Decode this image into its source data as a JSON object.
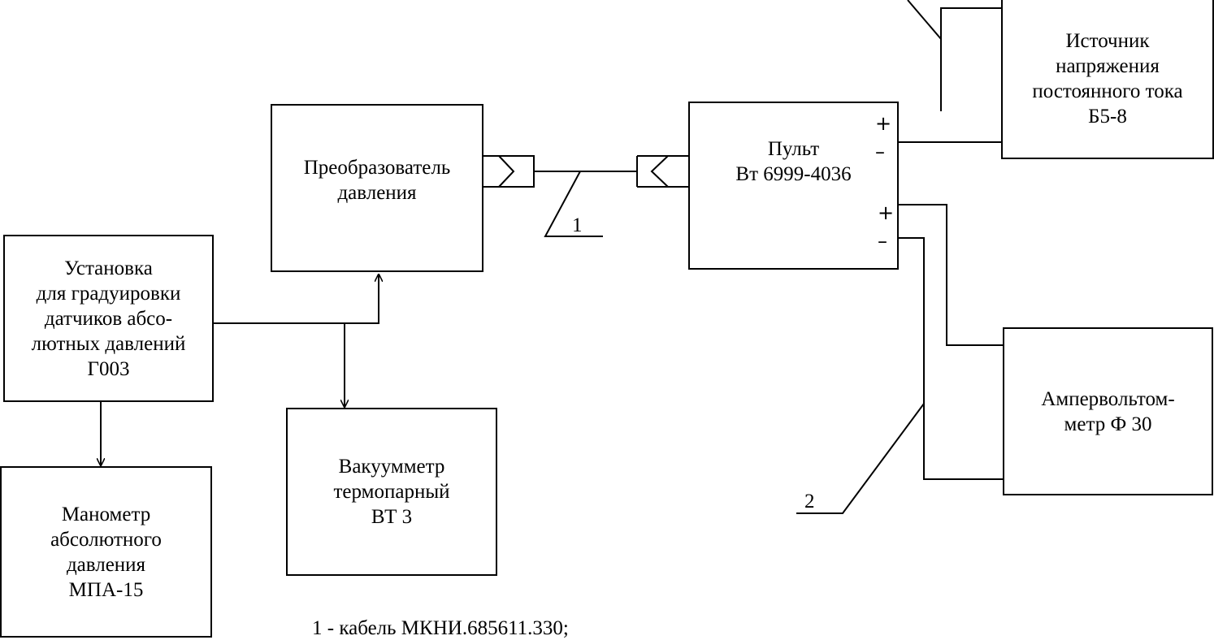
{
  "blocks": {
    "gauge_setup": "Установка\nдля градуировки\nдатчиков абсо-\nлютных давлений\nГ003",
    "pressure_transducer": "Преобразователь\nдавления",
    "control_panel": "Пульт\nВт 6999-4036",
    "dc_power_source": "Источник\nнапряжения\nпостоянного тока\nБ5-8",
    "ampervoltmeter": "Ампервольтом-\nметр Ф 30",
    "vacuum_gauge": "Вакуумметр\nтермопарный\nВТ 3",
    "abs_manometer": "Манометр\nабсолютного\nдавления\nМПА-15"
  },
  "terminals": {
    "out_plus": "+",
    "out_minus": "–",
    "meter_plus": "+",
    "meter_minus": "–"
  },
  "callouts": {
    "cable_1": "1",
    "cable_2": "2"
  },
  "legend": {
    "item_1": "1 - кабель МКНИ.685611.330;"
  }
}
